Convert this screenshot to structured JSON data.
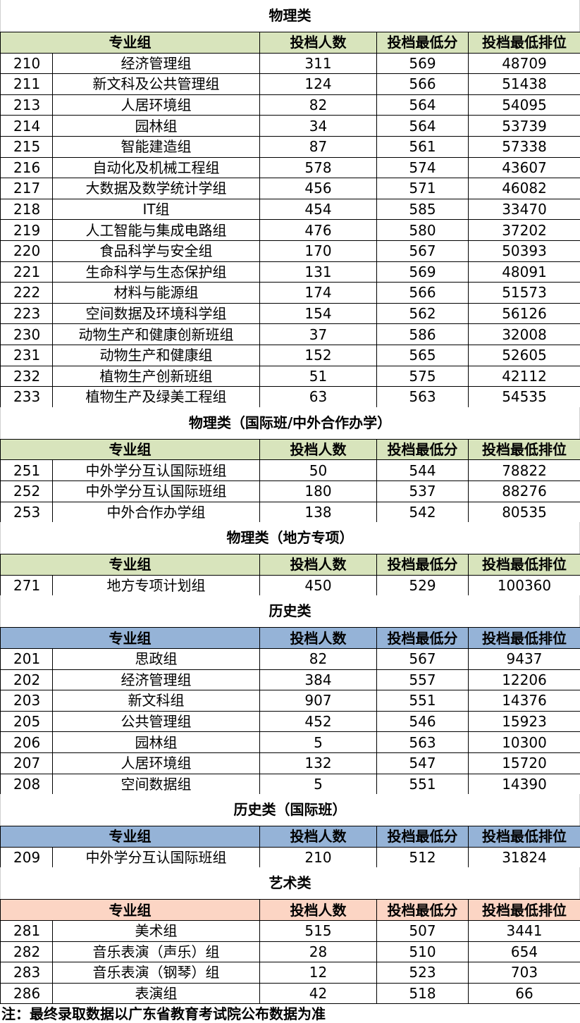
{
  "header_labels": {
    "group": "专业组",
    "count": "投档人数",
    "min_score": "投档最低分",
    "min_rank": "投档最低排位"
  },
  "colors": {
    "physics_header": "#d8e4bc",
    "history_header": "#95b3d7",
    "art_header": "#fcd5c4"
  },
  "sections": [
    {
      "title": "物理类",
      "header_color": "#d8e4bc",
      "rows": [
        {
          "code": "210",
          "name": "经济管理组",
          "count": "311",
          "min_score": "569",
          "min_rank": "48709"
        },
        {
          "code": "211",
          "name": "新文科及公共管理组",
          "count": "124",
          "min_score": "566",
          "min_rank": "51438"
        },
        {
          "code": "213",
          "name": "人居环境组",
          "count": "82",
          "min_score": "564",
          "min_rank": "54095"
        },
        {
          "code": "214",
          "name": "园林组",
          "count": "34",
          "min_score": "564",
          "min_rank": "53739"
        },
        {
          "code": "215",
          "name": "智能建造组",
          "count": "87",
          "min_score": "561",
          "min_rank": "57338"
        },
        {
          "code": "216",
          "name": "自动化及机械工程组",
          "count": "578",
          "min_score": "574",
          "min_rank": "43607"
        },
        {
          "code": "217",
          "name": "大数据及数学统计学组",
          "count": "456",
          "min_score": "571",
          "min_rank": "46082"
        },
        {
          "code": "218",
          "name": "IT组",
          "count": "454",
          "min_score": "585",
          "min_rank": "33470"
        },
        {
          "code": "219",
          "name": "人工智能与集成电路组",
          "count": "476",
          "min_score": "580",
          "min_rank": "37202"
        },
        {
          "code": "220",
          "name": "食品科学与安全组",
          "count": "170",
          "min_score": "567",
          "min_rank": "50393"
        },
        {
          "code": "221",
          "name": "生命科学与生态保护组",
          "count": "131",
          "min_score": "569",
          "min_rank": "48091"
        },
        {
          "code": "222",
          "name": "材料与能源组",
          "count": "174",
          "min_score": "566",
          "min_rank": "51573"
        },
        {
          "code": "223",
          "name": "空间数据及环境科学组",
          "count": "154",
          "min_score": "562",
          "min_rank": "56126"
        },
        {
          "code": "230",
          "name": "动物生产和健康创新班组",
          "count": "37",
          "min_score": "586",
          "min_rank": "32008"
        },
        {
          "code": "231",
          "name": "动物生产和健康组",
          "count": "152",
          "min_score": "565",
          "min_rank": "52605"
        },
        {
          "code": "232",
          "name": "植物生产创新班组",
          "count": "51",
          "min_score": "575",
          "min_rank": "42112"
        },
        {
          "code": "233",
          "name": "植物生产及绿美工程组",
          "count": "63",
          "min_score": "563",
          "min_rank": "54535"
        }
      ]
    },
    {
      "title": "物理类（国际班/中外合作办学）",
      "header_color": "#d8e4bc",
      "rows": [
        {
          "code": "251",
          "name": "中外学分互认国际班组",
          "count": "50",
          "min_score": "544",
          "min_rank": "78822"
        },
        {
          "code": "252",
          "name": "中外学分互认国际班组",
          "count": "180",
          "min_score": "537",
          "min_rank": "88276"
        },
        {
          "code": "253",
          "name": "中外合作办学组",
          "count": "138",
          "min_score": "542",
          "min_rank": "80535"
        }
      ]
    },
    {
      "title": "物理类（地方专项）",
      "header_color": "#d8e4bc",
      "rows": [
        {
          "code": "271",
          "name": "地方专项计划组",
          "count": "450",
          "min_score": "529",
          "min_rank": "100360"
        }
      ]
    },
    {
      "title": "历史类",
      "header_color": "#95b3d7",
      "rows": [
        {
          "code": "201",
          "name": "思政组",
          "count": "82",
          "min_score": "567",
          "min_rank": "9437"
        },
        {
          "code": "202",
          "name": "经济管理组",
          "count": "384",
          "min_score": "557",
          "min_rank": "12206"
        },
        {
          "code": "203",
          "name": "新文科组",
          "count": "907",
          "min_score": "551",
          "min_rank": "14376"
        },
        {
          "code": "205",
          "name": "公共管理组",
          "count": "452",
          "min_score": "546",
          "min_rank": "15923"
        },
        {
          "code": "206",
          "name": "园林组",
          "count": "5",
          "min_score": "563",
          "min_rank": "10300"
        },
        {
          "code": "207",
          "name": "人居环境组",
          "count": "132",
          "min_score": "547",
          "min_rank": "15720"
        },
        {
          "code": "208",
          "name": "空间数据组",
          "count": "5",
          "min_score": "551",
          "min_rank": "14390"
        }
      ]
    },
    {
      "title": "历史类（国际班）",
      "header_color": "#95b3d7",
      "rows": [
        {
          "code": "209",
          "name": "中外学分互认国际班组",
          "count": "210",
          "min_score": "512",
          "min_rank": "31824"
        }
      ]
    },
    {
      "title": "艺术类",
      "header_color": "#fcd5c4",
      "rows": [
        {
          "code": "281",
          "name": "美术组",
          "count": "515",
          "min_score": "507",
          "min_rank": "3441"
        },
        {
          "code": "282",
          "name": "音乐表演（声乐）组",
          "count": "28",
          "min_score": "510",
          "min_rank": "654"
        },
        {
          "code": "283",
          "name": "音乐表演（钢琴）组",
          "count": "12",
          "min_score": "523",
          "min_rank": "703"
        },
        {
          "code": "286",
          "name": "表演组",
          "count": "42",
          "min_score": "518",
          "min_rank": "66"
        }
      ]
    }
  ],
  "note": "注：最终录取数据以广东省教育考试院公布数据为准"
}
